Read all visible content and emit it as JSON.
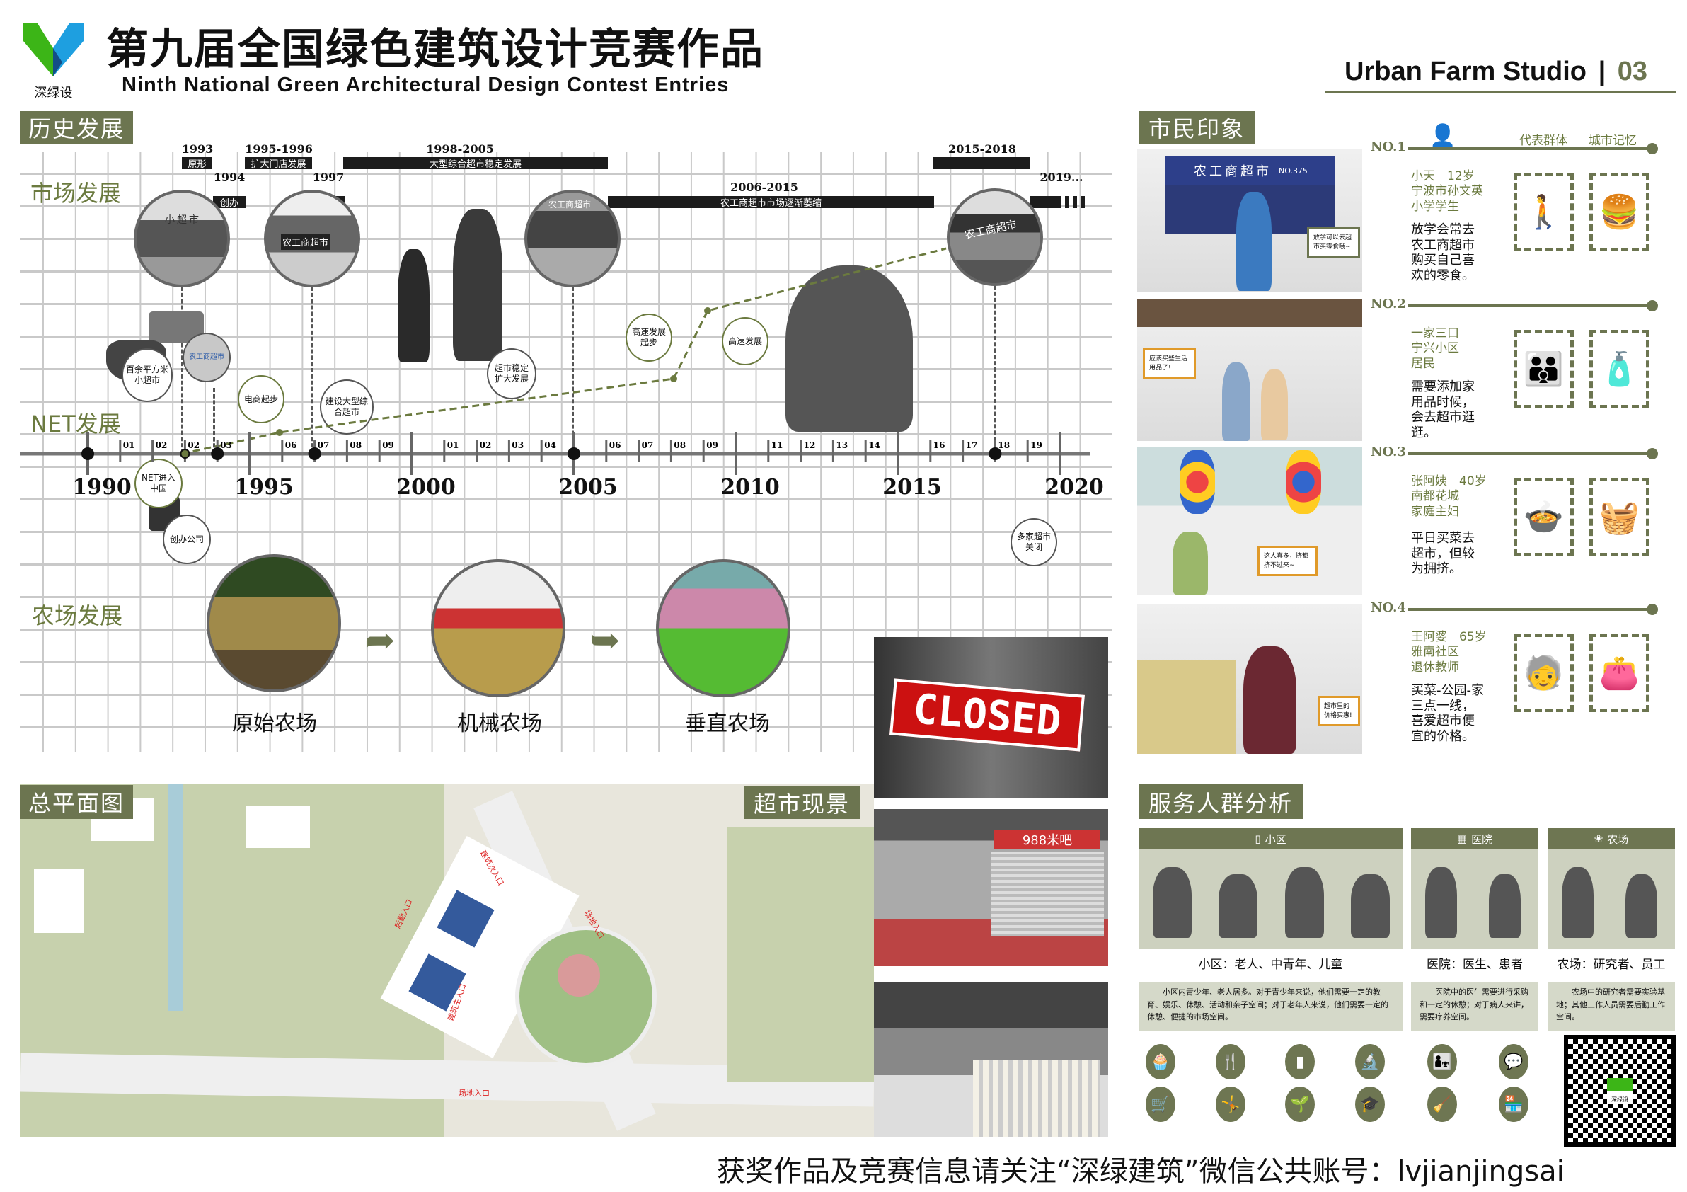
{
  "header": {
    "logo_text": "深绿设",
    "title_cn": "第九届全国绿色建筑设计竞赛作品",
    "title_en": "Ninth National Green Architectural Design Contest Entries",
    "studio": "Urban Farm Studio",
    "page_no": "03"
  },
  "history": {
    "tag": "历史发展",
    "categories": {
      "market": "市场发展",
      "net": "NET发展",
      "farm": "农场发展"
    },
    "bars": [
      {
        "year": "1993",
        "label": "原形"
      },
      {
        "year": "1994",
        "label": "创办"
      },
      {
        "year": "1995-1996",
        "label": "扩大门店发展"
      },
      {
        "year": "1997",
        "label": ""
      },
      {
        "year": "1998-2005",
        "label": "大型综合超市稳定发展"
      },
      {
        "year": "2006-2015",
        "label": "农工商超市市场逐渐萎缩"
      },
      {
        "year": "2015-2018",
        "label": ""
      },
      {
        "year": "2019...",
        "label": ""
      }
    ],
    "axis": {
      "major_years": [
        "1990",
        "1995",
        "2000",
        "2005",
        "2010",
        "2015",
        "2020"
      ],
      "minor_labels": [
        "01",
        "02",
        "02",
        "03",
        "06",
        "07",
        "08",
        "09",
        "01",
        "02",
        "03",
        "04",
        "06",
        "07",
        "08",
        "09",
        "11",
        "12",
        "13",
        "14",
        "16",
        "17",
        "18",
        "19"
      ],
      "minor_years": [
        1991,
        1992,
        1993,
        1994,
        1996,
        1997,
        1998,
        1999,
        2001,
        2002,
        2003,
        2004,
        2006,
        2007,
        2008,
        2009,
        2011,
        2012,
        2013,
        2014,
        2016,
        2017,
        2018,
        2019
      ],
      "event_years": [
        1990,
        1993,
        1994,
        1997,
        2005,
        2018
      ]
    },
    "bubbles": {
      "b1": "百余平方米小超市",
      "b2": "农工商超市",
      "b3": "电商起步",
      "b4": "建设大型综合超市",
      "b5": "超市稳定扩大发展",
      "b6": "NET进入中国",
      "b7": "创办公司",
      "b8": "高速发展起步",
      "b9": "高速发展",
      "b10": "多家超市关闭"
    },
    "photo_signs": {
      "p1": "小超市",
      "p2": "农工商超市",
      "p3": "农工商超市",
      "p4": "农工商超市"
    },
    "farms": [
      "原始农场",
      "机械农场",
      "垂直农场"
    ]
  },
  "citizens": {
    "tag": "市民印象",
    "header_cols": [
      "代表群体",
      "城市记忆"
    ],
    "photo_sign": {
      "name": "农工商超市",
      "no": "NO.375"
    },
    "items": [
      {
        "no": "NO.1",
        "name": "小天　12岁\n宁波市孙文英\n小学学生",
        "desc": "放学会常去\n农工商超市\n购买自己喜\n欢的零食。",
        "quote": "放学可以去超市买零食哦~",
        "icon1": "student-icon",
        "icon2": "snack-icon"
      },
      {
        "no": "NO.2",
        "name": "一家三口\n宁兴小区\n居民",
        "desc": "需要添加家\n用品时候，\n会去超市逛\n逛。",
        "quote": "应该买些生活用品了!",
        "icon1": "family-icon",
        "icon2": "household-goods-icon"
      },
      {
        "no": "NO.3",
        "name": "张阿姨　40岁\n南都花城\n家庭主妇",
        "desc": "平日买菜去\n超市，但较\n为拥挤。",
        "quote": "这人真多，挤都挤不过来~",
        "icon1": "cooking-icon",
        "icon2": "basket-icon"
      },
      {
        "no": "NO.4",
        "name": "王阿婆　65岁\n雅南社区\n退休教师",
        "desc": "买菜-公园-家\n三点一线，\n喜爱超市便\n宜的价格。",
        "quote": "超市里的价格实惠!",
        "icon1": "elderly-icon",
        "icon2": "wallet-icon"
      }
    ]
  },
  "plan": {
    "tag": "总平面图",
    "labels": [
      "建筑次入口",
      "后勤入口",
      "场地入口",
      "建筑主入口",
      "场地入口"
    ]
  },
  "scene": {
    "tag": "超市现景",
    "closed_sign": "CLOSED",
    "shop_sign": "988米吧"
  },
  "service": {
    "tag": "服务人群分析",
    "cols": [
      {
        "title": "小区",
        "caption": "小区：老人、中青年、儿童",
        "desc": "小区内青少年、老人居多。对于青少年来说，他们需要一定的教育、娱乐、休憩、活动和亲子空间；对于老年人来说，他们需要一定的休憩、便捷的市场空间。"
      },
      {
        "title": "医院",
        "caption": "医院：医生、患者",
        "desc": "医院中的医生需要进行采购和一定的休憩；对于病人来讲，需要疗养空间。"
      },
      {
        "title": "农场",
        "caption": "农场：研究者、员工",
        "desc": "农场中的研究者需要实验基地；其他工作人员需要后勤工作空间。"
      }
    ],
    "icons": [
      "cake-icon",
      "dining-icon",
      "book-icon",
      "microscope-icon",
      "parent-child-icon",
      "chat-icon",
      "cart-icon",
      "exercise-icon",
      "plant-icon",
      "education-icon",
      "cleaning-icon",
      "shop-icon"
    ]
  },
  "footer": {
    "text": "获奖作品及竞赛信息请关注“深绿建筑”微信公共账号：lvjianjingsai",
    "qr_logo": "深绿设"
  },
  "colors": {
    "olive": "#6c7550",
    "accent_orange": "#e09a2a"
  }
}
